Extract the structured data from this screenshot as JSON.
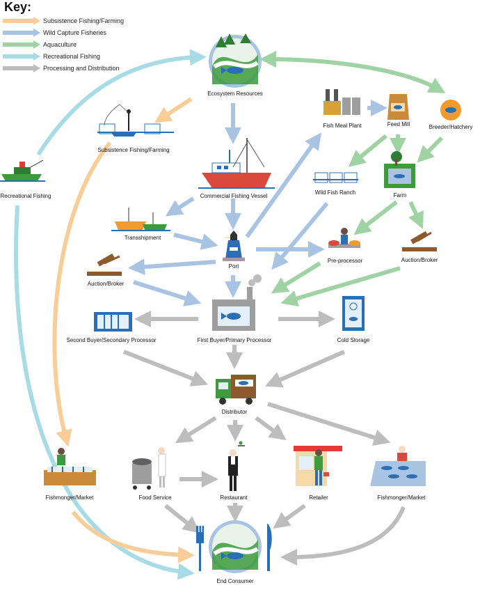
{
  "key": {
    "title": "Key:",
    "items": [
      {
        "label": "Subsistence Fishing/Farming",
        "color": "#f9cd98"
      },
      {
        "label": "Wild Capture Fisheries",
        "color": "#a9c3e3"
      },
      {
        "label": "Aquaculture",
        "color": "#9fd3a4"
      },
      {
        "label": "Recreational Fishing",
        "color": "#a7dbe6"
      },
      {
        "label": "Processing and Distribution",
        "color": "#bdbdbd"
      }
    ]
  },
  "nodes": {
    "ecosystem": "Ecosystem Resources",
    "subsistence": "Subsistence Fishing/Farming",
    "recreational": "Recreational Fishing",
    "commercial": "Commercial Fishing Vessel",
    "fishmeal": "Fish Meal Plant",
    "feedmill": "Feed Mill",
    "breeder": "Breeder/Hatchery",
    "wildranch": "Wild Fish Ranch",
    "farm": "Farm",
    "transshipment": "Transshipment",
    "port": "Port",
    "preprocessor": "Pre-processor",
    "auction_right": "Auction/Broker",
    "auction_left": "Auction/Broker",
    "second_buyer": "Second Buyer/Secondary Processor",
    "first_buyer": "First Buyer/Primary Processor",
    "cold_storage": "Cold Storage",
    "distributor": "Distributor",
    "fishmonger_left": "Fishmonger/Market",
    "food_service": "Food Service",
    "restaurant": "Restaurant",
    "retailer": "Retailer",
    "fishmonger_right": "Fishmonger/Market",
    "end_consumer": "End Consumer"
  },
  "colors": {
    "orange": "#f9cd98",
    "blue": "#a9c3e3",
    "green": "#9fd3a4",
    "teal": "#a7dbe6",
    "gray": "#bdbdbd",
    "fish": "#2a6fb5",
    "grass": "#3d9a3d"
  }
}
